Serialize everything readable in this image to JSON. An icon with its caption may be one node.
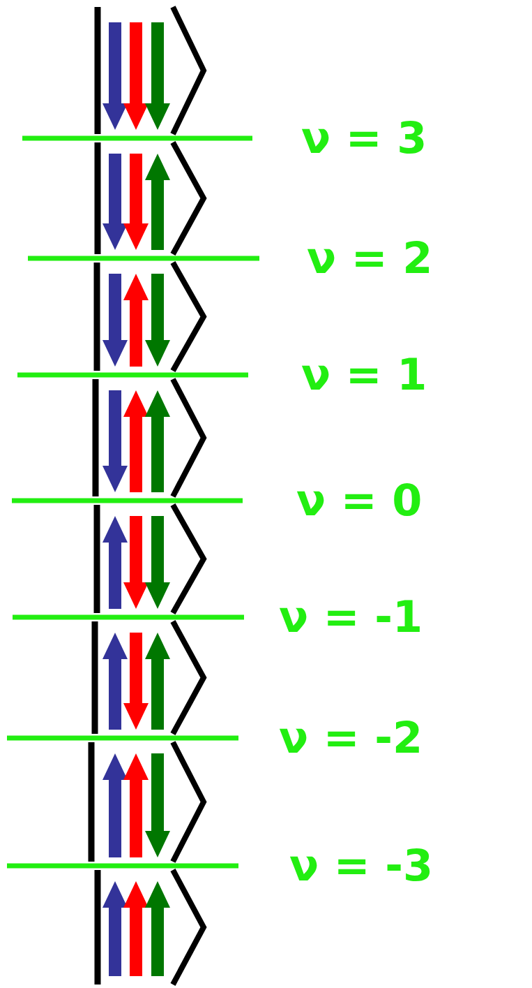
{
  "diagram": {
    "labels": [
      "ν = 3",
      "ν = 2",
      "ν = 1",
      "ν = 0",
      "ν = -1",
      "ν = -2",
      "ν = -3"
    ]
  }
}
